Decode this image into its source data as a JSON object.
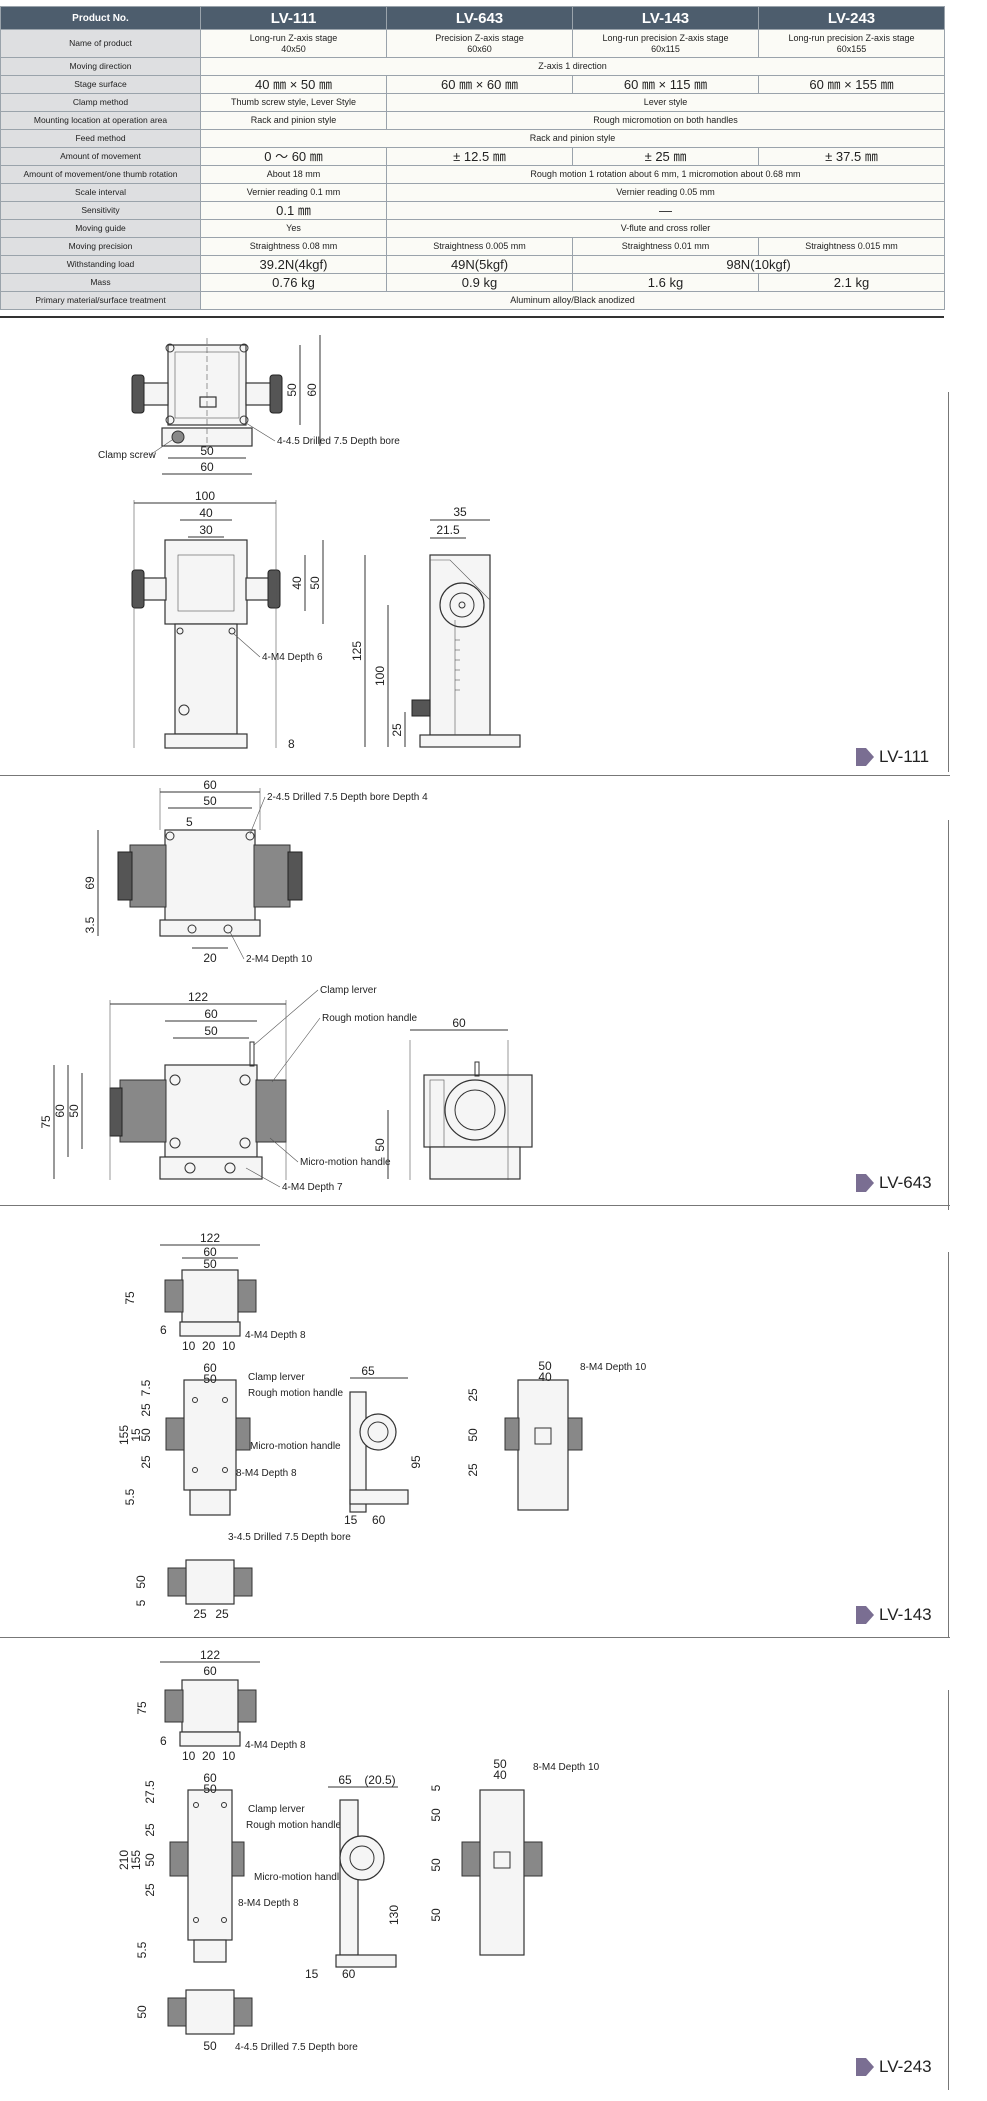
{
  "table": {
    "headers": [
      "Product No.",
      "LV-111",
      "LV-643",
      "LV-143",
      "LV-243"
    ],
    "rows": {
      "name": {
        "label": "Name of product",
        "c1a": "Long-run Z-axis stage",
        "c1b": "40x50",
        "c2a": "Precision Z-axis stage",
        "c2b": "60x60",
        "c3a": "Long-run precision Z-axis stage",
        "c3b": "60x115",
        "c4a": "Long-run precision Z-axis stage",
        "c4b": "60x155"
      },
      "direction": {
        "label": "Moving direction",
        "v": "Z-axis 1 direction"
      },
      "surface": {
        "label": "Stage surface",
        "c1": "40 ㎜ × 50 ㎜",
        "c2": "60 ㎜ × 60 ㎜",
        "c3": "60 ㎜ × 115 ㎜",
        "c4": "60 ㎜ × 155 ㎜"
      },
      "clamp": {
        "label": "Clamp method",
        "c1": "Thumb screw style, Lever Style",
        "rest": "Lever style"
      },
      "mounting": {
        "label": "Mounting location at operation area",
        "c1": "Rack and pinion style",
        "rest": "Rough micromotion on both handles"
      },
      "feed": {
        "label": "Feed method",
        "v": "Rack and pinion style"
      },
      "movement": {
        "label": "Amount of movement",
        "c1": "0 〜 60 ㎜",
        "c2": "± 12.5 ㎜",
        "c3": "± 25 ㎜",
        "c4": "± 37.5 ㎜"
      },
      "rotation": {
        "label": "Amount of movement/one thumb rotation",
        "c1": "About 18 mm",
        "rest": "Rough motion 1 rotation about 6 mm, 1 micromotion about 0.68 mm"
      },
      "scale": {
        "label": "Scale interval",
        "c1": "Vernier reading 0.1 mm",
        "rest": "Vernier reading 0.05 mm"
      },
      "sensitivity": {
        "label": "Sensitivity",
        "c1": "0.1 ㎜",
        "rest": "—"
      },
      "guide": {
        "label": "Moving guide",
        "c1": "Yes",
        "rest": "V-flute and cross roller"
      },
      "precision": {
        "label": "Moving precision",
        "c1": "Straightness 0.08 mm",
        "c2": "Straightness 0.005 mm",
        "c3": "Straightness 0.01 mm",
        "c4": "Straightness 0.015 mm"
      },
      "load": {
        "label": "Withstanding load",
        "c1": "39.2N(4kgf)",
        "c2": "49N(5kgf)",
        "rest": "98N(10kgf)"
      },
      "mass": {
        "label": "Mass",
        "c1": "0.76 kg",
        "c2": "0.9 kg",
        "c3": "1.6 kg",
        "c4": "2.1 kg"
      },
      "material": {
        "label": "Primary material/surface treatment",
        "v": "Aluminum alloy/Black anodized"
      }
    }
  },
  "sections": {
    "lv111": {
      "tag": "LV-111",
      "dims": {
        "d60v": "60",
        "d50v": "50",
        "d50h": "50",
        "d60h": "60",
        "d100": "100",
        "d40": "40",
        "d30": "30",
        "d40v": "40",
        "d50v2": "50",
        "d8": "8",
        "d35": "35",
        "d215": "21.5",
        "d125": "125",
        "d100v": "100",
        "d25": "25"
      },
      "notes": {
        "clamp": "Clamp screw",
        "bore": "4-4.5 Drilled 7.5 Depth bore",
        "m4": "4-M4 Depth 6"
      }
    },
    "lv643": {
      "tag": "LV-643",
      "dims": {
        "d60": "60",
        "d50": "50",
        "d5": "5",
        "d69": "69",
        "d35": "3.5",
        "d20": "20",
        "d122": "122",
        "d60b": "60",
        "d50b": "50",
        "d75": "75",
        "d60v": "60",
        "d50v": "50",
        "d60s": "60",
        "d50s": "50"
      },
      "notes": {
        "bore": "2-4.5 Drilled 7.5 Depth bore Depth 4",
        "m4a": "2-M4 Depth 10",
        "lever": "Clamp lerver",
        "rough": "Rough motion handle",
        "micro": "Micro-motion handle",
        "m4b": "4-M4 Depth 7"
      }
    },
    "lv143": {
      "tag": "LV-143",
      "dims": {
        "d122": "122",
        "d60": "60",
        "d50": "50",
        "d75": "75",
        "d6": "6",
        "d10a": "10",
        "d20": "20",
        "d10b": "10",
        "d60b": "60",
        "d50b": "50",
        "d75b": "7.5",
        "d25a": "25",
        "d155": "155",
        "d15": "15",
        "d50v": "50",
        "d25b": "25",
        "d55": "5.5",
        "d65": "65",
        "d95": "95",
        "d15b": "15",
        "d60c": "60",
        "d50s": "50",
        "d40s": "40",
        "d25s": "25",
        "d50sv": "50",
        "d25sv": "25",
        "d50bot": "50",
        "d5": "5",
        "d25c": "25",
        "d25d": "25"
      },
      "notes": {
        "m4a": "4-M4 Depth 8",
        "lever": "Clamp lerver",
        "rough": "Rough motion handle",
        "micro": "Micro-motion handle",
        "m4b": "8-M4 Depth 8",
        "bore": "3-4.5 Drilled 7.5 Depth bore",
        "m4c": "8-M4 Depth 10"
      }
    },
    "lv243": {
      "tag": "LV-243",
      "dims": {
        "d122": "122",
        "d60": "60",
        "d75": "75",
        "d6": "6",
        "d10a": "10",
        "d20": "20",
        "d10b": "10",
        "d275": "27.5",
        "d60b": "60",
        "d50b": "50",
        "d210": "210",
        "d155": "155",
        "d25a": "25",
        "d50v": "50",
        "d25b": "25",
        "d55": "5.5",
        "d65": "65",
        "d205": "(20.5)",
        "d130": "130",
        "d15": "15",
        "d60c": "60",
        "d50s": "50",
        "d40s": "40",
        "d5": "5",
        "d50sa": "50",
        "d50sb": "50",
        "d50sc": "50",
        "d50bot": "50",
        "d50botb": "50"
      },
      "notes": {
        "m4a": "4-M4 Depth 8",
        "lever": "Clamp lerver",
        "rough": "Rough motion handle",
        "micro": "Micro-motion handle",
        "m4b": "8-M4 Depth 8",
        "m4c": "8-M4 Depth 10",
        "bore": "4-4.5 Drilled 7.5 Depth bore"
      }
    }
  },
  "colors": {
    "header_bg": "#4d5d6d",
    "label_bg": "#dedfe1",
    "cell_bg": "#fbfbf6",
    "tag_accent": "#7a6e92"
  }
}
